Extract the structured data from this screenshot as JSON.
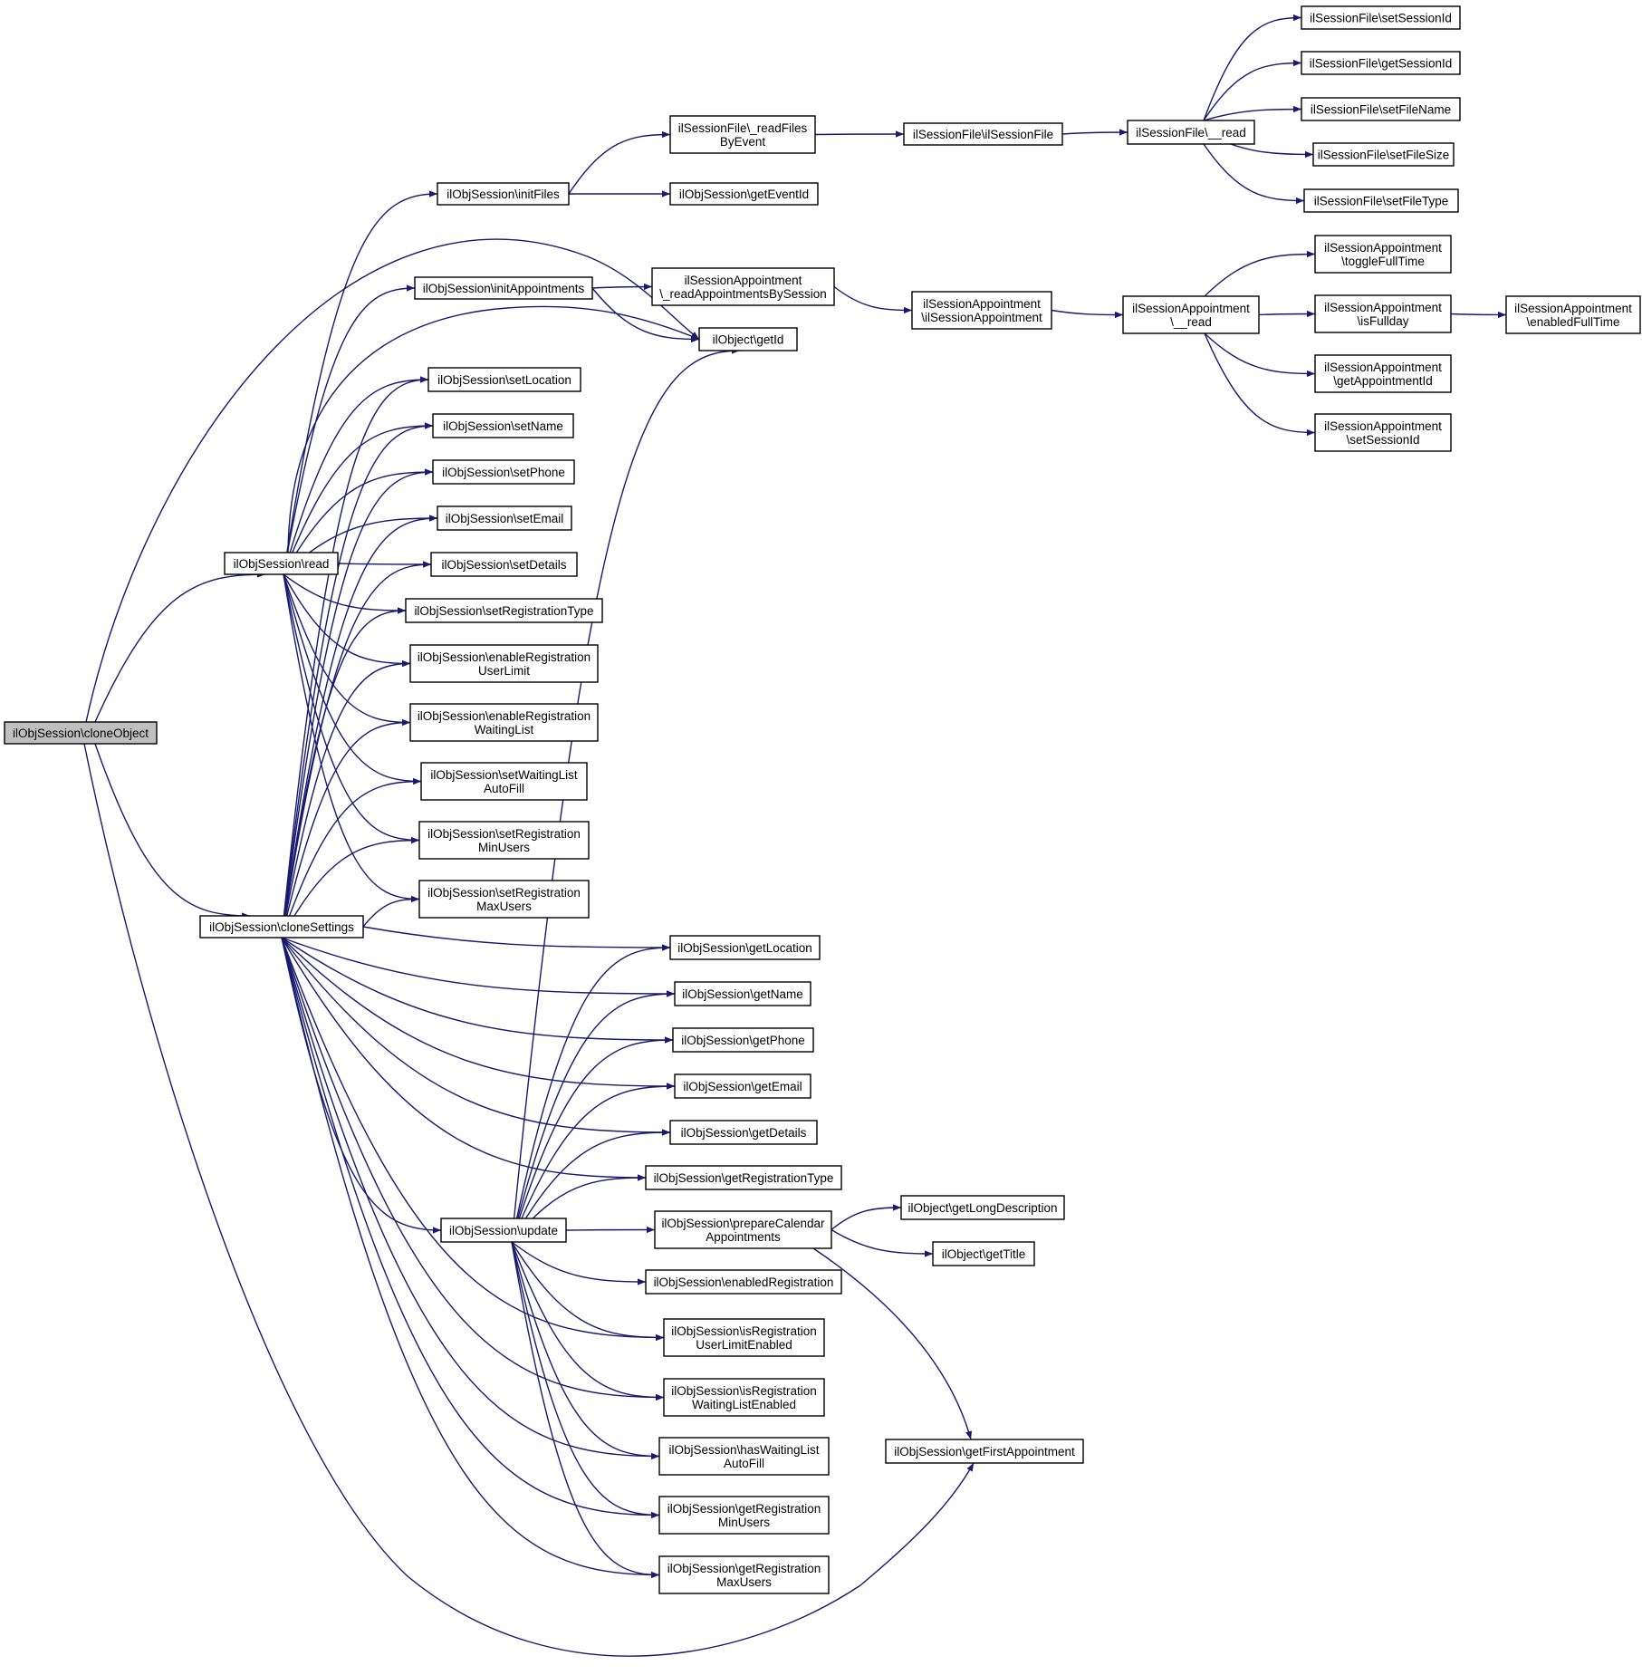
{
  "colors": {
    "edge": "#191970",
    "node_border": "#000000",
    "root_fill": "#bfbfbf",
    "node_fill": "#ffffff"
  },
  "nodes": [
    {
      "id": "cloneObject",
      "lines": [
        "ilObjSession\\cloneObject"
      ],
      "root": true
    },
    {
      "id": "read",
      "lines": [
        "ilObjSession\\read"
      ]
    },
    {
      "id": "cloneSettings",
      "lines": [
        "ilObjSession\\cloneSettings"
      ]
    },
    {
      "id": "initFiles",
      "lines": [
        "ilObjSession\\initFiles"
      ]
    },
    {
      "id": "initAppointments",
      "lines": [
        "ilObjSession\\initAppointments"
      ]
    },
    {
      "id": "setLocation",
      "lines": [
        "ilObjSession\\setLocation"
      ]
    },
    {
      "id": "setName",
      "lines": [
        "ilObjSession\\setName"
      ]
    },
    {
      "id": "setPhone",
      "lines": [
        "ilObjSession\\setPhone"
      ]
    },
    {
      "id": "setEmail",
      "lines": [
        "ilObjSession\\setEmail"
      ]
    },
    {
      "id": "setDetails",
      "lines": [
        "ilObjSession\\setDetails"
      ]
    },
    {
      "id": "setRegistrationType",
      "lines": [
        "ilObjSession\\setRegistrationType"
      ]
    },
    {
      "id": "enableRegUserLimit",
      "lines": [
        "ilObjSession\\enableRegistration",
        "UserLimit"
      ]
    },
    {
      "id": "enableRegWaitingList",
      "lines": [
        "ilObjSession\\enableRegistration",
        "WaitingList"
      ]
    },
    {
      "id": "setWaitingListAutoFill",
      "lines": [
        "ilObjSession\\setWaitingList",
        "AutoFill"
      ]
    },
    {
      "id": "setRegMinUsers",
      "lines": [
        "ilObjSession\\setRegistration",
        "MinUsers"
      ]
    },
    {
      "id": "setRegMaxUsers",
      "lines": [
        "ilObjSession\\setRegistration",
        "MaxUsers"
      ]
    },
    {
      "id": "update",
      "lines": [
        "ilObjSession\\update"
      ]
    },
    {
      "id": "readFilesByEvent",
      "lines": [
        "ilSessionFile\\_readFiles",
        "ByEvent"
      ]
    },
    {
      "id": "getEventId",
      "lines": [
        "ilObjSession\\getEventId"
      ]
    },
    {
      "id": "readAppointmentsBySession",
      "lines": [
        "ilSessionAppointment",
        "\\_readAppointmentsBySession"
      ]
    },
    {
      "id": "getId",
      "lines": [
        "ilObject\\getId"
      ]
    },
    {
      "id": "ilSessionFile",
      "lines": [
        "ilSessionFile\\ilSessionFile"
      ]
    },
    {
      "id": "fileRead",
      "lines": [
        "ilSessionFile\\__read"
      ]
    },
    {
      "id": "fSetSessionId",
      "lines": [
        "ilSessionFile\\setSessionId"
      ]
    },
    {
      "id": "fGetSessionId",
      "lines": [
        "ilSessionFile\\getSessionId"
      ]
    },
    {
      "id": "fSetFileName",
      "lines": [
        "ilSessionFile\\setFileName"
      ]
    },
    {
      "id": "fSetFileSize",
      "lines": [
        "ilSessionFile\\setFileSize"
      ]
    },
    {
      "id": "fSetFileType",
      "lines": [
        "ilSessionFile\\setFileType"
      ]
    },
    {
      "id": "ilSessionAppointment",
      "lines": [
        "ilSessionAppointment",
        "\\ilSessionAppointment"
      ]
    },
    {
      "id": "apptRead",
      "lines": [
        "ilSessionAppointment",
        "\\__read"
      ]
    },
    {
      "id": "toggleFullTime",
      "lines": [
        "ilSessionAppointment",
        "\\toggleFullTime"
      ]
    },
    {
      "id": "isFullday",
      "lines": [
        "ilSessionAppointment",
        "\\isFullday"
      ]
    },
    {
      "id": "getAppointmentId",
      "lines": [
        "ilSessionAppointment",
        "\\getAppointmentId"
      ]
    },
    {
      "id": "aSetSessionId",
      "lines": [
        "ilSessionAppointment",
        "\\setSessionId"
      ]
    },
    {
      "id": "enabledFullTime",
      "lines": [
        "ilSessionAppointment",
        "\\enabledFullTime"
      ]
    },
    {
      "id": "getLocation",
      "lines": [
        "ilObjSession\\getLocation"
      ]
    },
    {
      "id": "getName",
      "lines": [
        "ilObjSession\\getName"
      ]
    },
    {
      "id": "getPhone",
      "lines": [
        "ilObjSession\\getPhone"
      ]
    },
    {
      "id": "getEmail",
      "lines": [
        "ilObjSession\\getEmail"
      ]
    },
    {
      "id": "getDetails",
      "lines": [
        "ilObjSession\\getDetails"
      ]
    },
    {
      "id": "getRegistrationType",
      "lines": [
        "ilObjSession\\getRegistrationType"
      ]
    },
    {
      "id": "prepareCalendarAppointments",
      "lines": [
        "ilObjSession\\prepareCalendar",
        "Appointments"
      ]
    },
    {
      "id": "enabledRegistration",
      "lines": [
        "ilObjSession\\enabledRegistration"
      ]
    },
    {
      "id": "isRegUserLimitEnabled",
      "lines": [
        "ilObjSession\\isRegistration",
        "UserLimitEnabled"
      ]
    },
    {
      "id": "isRegWaitingListEnabled",
      "lines": [
        "ilObjSession\\isRegistration",
        "WaitingListEnabled"
      ]
    },
    {
      "id": "hasWaitingListAutoFill",
      "lines": [
        "ilObjSession\\hasWaitingList",
        "AutoFill"
      ]
    },
    {
      "id": "getRegMinUsers",
      "lines": [
        "ilObjSession\\getRegistration",
        "MinUsers"
      ]
    },
    {
      "id": "getRegMaxUsers",
      "lines": [
        "ilObjSession\\getRegistration",
        "MaxUsers"
      ]
    },
    {
      "id": "getLongDescription",
      "lines": [
        "ilObject\\getLongDescription"
      ]
    },
    {
      "id": "getTitle",
      "lines": [
        "ilObject\\getTitle"
      ]
    },
    {
      "id": "getFirstAppointment",
      "lines": [
        "ilObjSession\\getFirstAppointment"
      ]
    }
  ],
  "edges": [
    [
      "cloneObject",
      "read"
    ],
    [
      "cloneObject",
      "cloneSettings"
    ],
    [
      "cloneObject",
      "getId"
    ],
    [
      "cloneObject",
      "getFirstAppointment"
    ],
    [
      "read",
      "initFiles"
    ],
    [
      "read",
      "initAppointments"
    ],
    [
      "read",
      "getId"
    ],
    [
      "read",
      "setLocation"
    ],
    [
      "read",
      "setName"
    ],
    [
      "read",
      "setPhone"
    ],
    [
      "read",
      "setEmail"
    ],
    [
      "read",
      "setDetails"
    ],
    [
      "read",
      "setRegistrationType"
    ],
    [
      "read",
      "enableRegUserLimit"
    ],
    [
      "read",
      "enableRegWaitingList"
    ],
    [
      "read",
      "setWaitingListAutoFill"
    ],
    [
      "read",
      "setRegMinUsers"
    ],
    [
      "read",
      "setRegMaxUsers"
    ],
    [
      "initFiles",
      "readFilesByEvent"
    ],
    [
      "initFiles",
      "getEventId"
    ],
    [
      "initAppointments",
      "readAppointmentsBySession"
    ],
    [
      "initAppointments",
      "getId"
    ],
    [
      "readFilesByEvent",
      "ilSessionFile"
    ],
    [
      "ilSessionFile",
      "fileRead"
    ],
    [
      "fileRead",
      "fSetSessionId"
    ],
    [
      "fileRead",
      "fGetSessionId"
    ],
    [
      "fileRead",
      "fSetFileName"
    ],
    [
      "fileRead",
      "fSetFileSize"
    ],
    [
      "fileRead",
      "fSetFileType"
    ],
    [
      "readAppointmentsBySession",
      "ilSessionAppointment"
    ],
    [
      "ilSessionAppointment",
      "apptRead"
    ],
    [
      "apptRead",
      "toggleFullTime"
    ],
    [
      "apptRead",
      "isFullday"
    ],
    [
      "apptRead",
      "getAppointmentId"
    ],
    [
      "apptRead",
      "aSetSessionId"
    ],
    [
      "isFullday",
      "enabledFullTime"
    ],
    [
      "cloneSettings",
      "setLocation"
    ],
    [
      "cloneSettings",
      "setName"
    ],
    [
      "cloneSettings",
      "setPhone"
    ],
    [
      "cloneSettings",
      "setEmail"
    ],
    [
      "cloneSettings",
      "setDetails"
    ],
    [
      "cloneSettings",
      "setRegistrationType"
    ],
    [
      "cloneSettings",
      "enableRegUserLimit"
    ],
    [
      "cloneSettings",
      "enableRegWaitingList"
    ],
    [
      "cloneSettings",
      "setWaitingListAutoFill"
    ],
    [
      "cloneSettings",
      "setRegMinUsers"
    ],
    [
      "cloneSettings",
      "setRegMaxUsers"
    ],
    [
      "cloneSettings",
      "getLocation"
    ],
    [
      "cloneSettings",
      "getName"
    ],
    [
      "cloneSettings",
      "getPhone"
    ],
    [
      "cloneSettings",
      "getEmail"
    ],
    [
      "cloneSettings",
      "getDetails"
    ],
    [
      "cloneSettings",
      "getRegistrationType"
    ],
    [
      "cloneSettings",
      "update"
    ],
    [
      "cloneSettings",
      "isRegUserLimitEnabled"
    ],
    [
      "cloneSettings",
      "isRegWaitingListEnabled"
    ],
    [
      "cloneSettings",
      "hasWaitingListAutoFill"
    ],
    [
      "cloneSettings",
      "getRegMinUsers"
    ],
    [
      "cloneSettings",
      "getRegMaxUsers"
    ],
    [
      "update",
      "getId"
    ],
    [
      "update",
      "getLocation"
    ],
    [
      "update",
      "getName"
    ],
    [
      "update",
      "getPhone"
    ],
    [
      "update",
      "getEmail"
    ],
    [
      "update",
      "getDetails"
    ],
    [
      "update",
      "getRegistrationType"
    ],
    [
      "update",
      "prepareCalendarAppointments"
    ],
    [
      "update",
      "enabledRegistration"
    ],
    [
      "update",
      "isRegUserLimitEnabled"
    ],
    [
      "update",
      "isRegWaitingListEnabled"
    ],
    [
      "update",
      "hasWaitingListAutoFill"
    ],
    [
      "update",
      "getRegMinUsers"
    ],
    [
      "update",
      "getRegMaxUsers"
    ],
    [
      "prepareCalendarAppointments",
      "getLongDescription"
    ],
    [
      "prepareCalendarAppointments",
      "getTitle"
    ],
    [
      "prepareCalendarAppointments",
      "getFirstAppointment"
    ]
  ]
}
